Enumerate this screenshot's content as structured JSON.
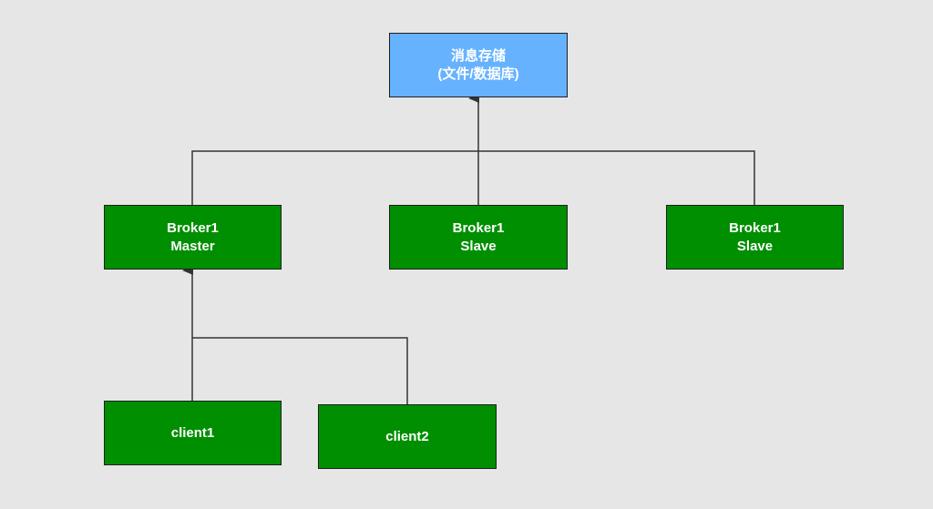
{
  "nodes": {
    "storage": {
      "line1": "消息存储",
      "line2": "(文件/数据库)"
    },
    "broker_master": {
      "line1": "Broker1",
      "line2": "Master"
    },
    "broker_slave_1": {
      "line1": "Broker1",
      "line2": "Slave"
    },
    "broker_slave_2": {
      "line1": "Broker1",
      "line2": "Slave"
    },
    "client1": {
      "line1": "client1"
    },
    "client2": {
      "line1": "client2"
    }
  },
  "colors": {
    "background": "#e6e6e6",
    "node_green": "#008f00",
    "node_blue": "#66b2ff",
    "connector": "#333333"
  }
}
